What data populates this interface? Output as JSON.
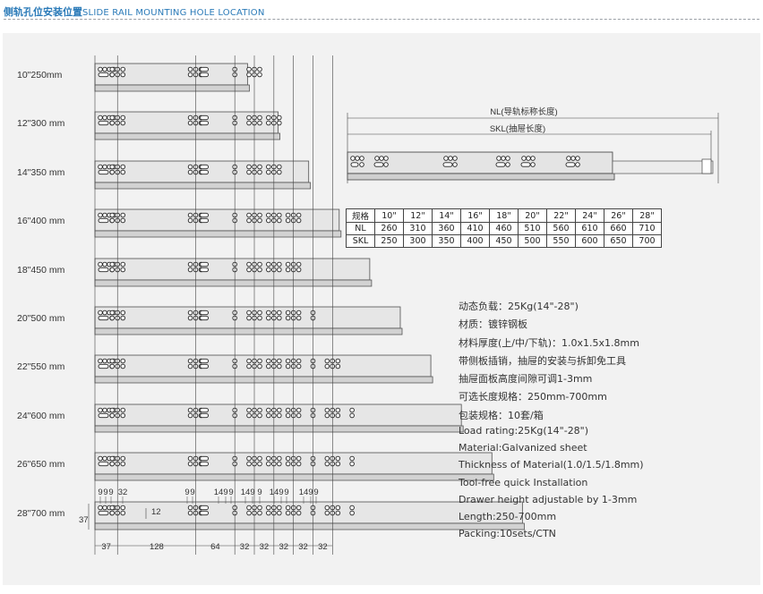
{
  "header": {
    "title_cn": "侧轨孔位安装位置",
    "title_en": "SLIDE RAIL MOUNTING HOLE LOCATION"
  },
  "rails": [
    {
      "label": "10\"250mm",
      "length_mm": 250
    },
    {
      "label": "12\"300 mm",
      "length_mm": 300
    },
    {
      "label": "14\"350 mm",
      "length_mm": 350
    },
    {
      "label": "16\"400 mm",
      "length_mm": 400
    },
    {
      "label": "18\"450 mm",
      "length_mm": 450
    },
    {
      "label": "20\"500 mm",
      "length_mm": 500
    },
    {
      "label": "22\"550 mm",
      "length_mm": 550
    },
    {
      "label": "24\"600 mm",
      "length_mm": 600
    },
    {
      "label": "26\"650 mm",
      "length_mm": 650
    },
    {
      "label": "28\"700 mm",
      "length_mm": 700
    }
  ],
  "dimensions": {
    "top_labels": [
      "9",
      "9",
      "9",
      "32",
      "9",
      "9",
      "14",
      "9",
      "9",
      "14",
      "9",
      "9",
      "14",
      "9",
      "9",
      "14",
      "9",
      "9"
    ],
    "side_height": "37",
    "hole_offset": "12",
    "bottom_labels": [
      "37",
      "128",
      "64",
      "32",
      "32",
      "32",
      "32",
      "32"
    ]
  },
  "side_view": {
    "nl_label": "NL(导轨标称长度)",
    "skl_label": "SKL(抽屉长度)"
  },
  "spec_table": {
    "header": [
      "规格",
      "10\"",
      "12\"",
      "14\"",
      "16\"",
      "18\"",
      "20\"",
      "22\"",
      "24\"",
      "26\"",
      "28\""
    ],
    "rows": [
      [
        "NL",
        "260",
        "310",
        "360",
        "410",
        "460",
        "510",
        "560",
        "610",
        "660",
        "710"
      ],
      [
        "SKL",
        "250",
        "300",
        "350",
        "400",
        "450",
        "500",
        "550",
        "600",
        "650",
        "700"
      ]
    ]
  },
  "specs_cn": [
    "动态负载：25Kg(14\"-28\")",
    "材质：镀锌钢板",
    "材料厚度(上/中/下轨)：1.0x1.5x1.8mm",
    "带侧板插销，抽屉的安装与拆卸免工具",
    "抽屉面板高度间隙可调1-3mm",
    "可选长度规格：250mm-700mm",
    "包装规格：10套/箱"
  ],
  "specs_en": [
    "Load rating:25Kg(14\"-28\")",
    "Material:Galvanized sheet",
    "Thickness of Material(1.0/1.5/1.8mm)",
    "Tool-free quick Installation",
    "Drawer height adjustable by 1-3mm",
    "Length:250-700mm",
    "Packing:10sets/CTN"
  ]
}
